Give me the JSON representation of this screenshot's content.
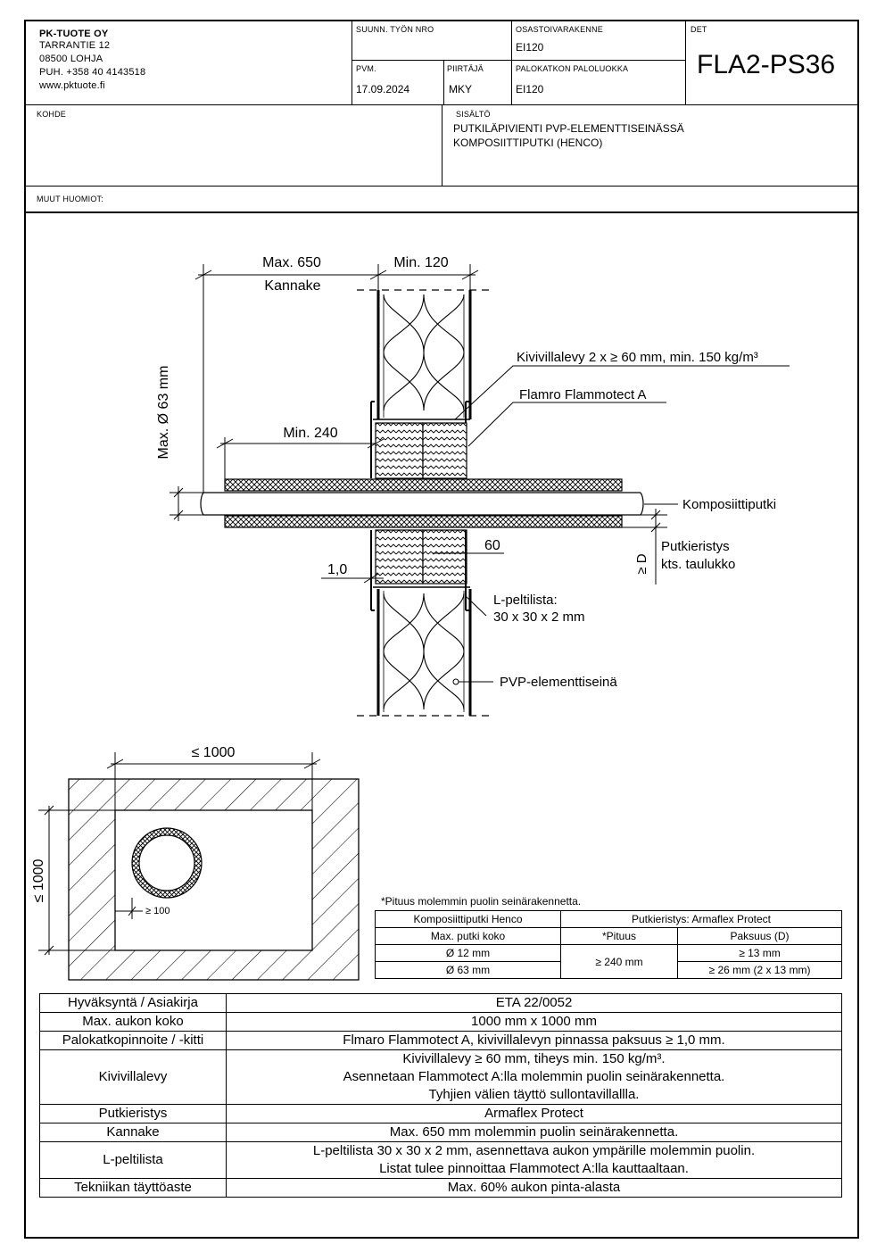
{
  "title_block": {
    "company": {
      "name": "PK-TUOTE OY",
      "street": "TARRANTIE 12",
      "postal": "08500 LOHJA",
      "phone": "PUH. +358 40 4143518",
      "web": "www.pktuote.fi"
    },
    "work_no_label": "SUUNN. TYÖN NRO",
    "work_no_value": "",
    "structure_label": "OSASTOIVARAKENNE",
    "structure_value": "EI120",
    "det_label": "DET",
    "det_value": "FLA2-PS36",
    "date_label": "PVM.",
    "date_value": "17.09.2024",
    "drawn_label": "PIIRTÄJÄ",
    "drawn_value": "MKY",
    "fire_class_label": "PALOKATKON PALOLUOKKA",
    "fire_class_value": "EI120",
    "target_label": "KOHDE",
    "target_value": "",
    "content_label": "SISÄLTÖ",
    "content_line1": "PUTKILÄPIVIENTI PVP-ELEMENTTISEINÄSSÄ",
    "content_line2": "KOMPOSIITTIPUTKI (HENCO)",
    "notes_label": "MUUT HUOMIOT:"
  },
  "section_labels": {
    "max650": "Max. 650",
    "kannake": "Kannake",
    "min120": "Min. 120",
    "max63": "Max. Ø 63 mm",
    "min240": "Min. 240",
    "kivivilla": "Kivivillalevy 2 x ≥ 60 mm, min. 150 kg/m³",
    "flamro": "Flamro Flammotect A",
    "komposiitti": "Komposiittiputki",
    "putkieristys1": "Putkieristys",
    "putkieristys2": "kts. taulukko",
    "geD": "≥ D",
    "sixty": "60",
    "onezero": "1,0",
    "lpelti1": "L-peltilista:",
    "lpelti2": "30 x 30 x 2 mm",
    "pvp": "PVP-elementtiseinä"
  },
  "opening_labels": {
    "width": "≤ 1000",
    "height": "≤ 1000",
    "gap": "≥ 100"
  },
  "pipe_table": {
    "note": "*Pituus molemmin puolin seinärakennetta.",
    "h1_left": "Komposiittiputki Henco",
    "h1_right": "Putkieristys: Armaflex Protect",
    "h2_a": "Max. putki koko",
    "h2_b": "*Pituus",
    "h2_c": "Paksuus (D)",
    "r1_a": "Ø 12 mm",
    "r2_a": "Ø 63 mm",
    "r_b": "≥ 240 mm",
    "r1_c": "≥ 13 mm",
    "r2_c": "≥ 26 mm (2 x 13 mm)"
  },
  "spec_table": [
    {
      "label": "Hyväksyntä / Asiakirja",
      "lines": [
        "ETA 22/0052"
      ]
    },
    {
      "label": "Max. aukon koko",
      "lines": [
        "1000 mm x 1000 mm"
      ]
    },
    {
      "label": "Palokatkopinnoite / -kitti",
      "lines": [
        "Flmaro Flammotect A, kivivillalevyn pinnassa paksuus ≥ 1,0 mm."
      ]
    },
    {
      "label": "Kivivillalevy",
      "lines": [
        "Kivivillalevy ≥ 60 mm, tiheys min. 150 kg/m³.",
        "Asennetaan Flammotect A:lla molemmin puolin seinärakennetta.",
        "Tyhjien välien täyttö sullontavillallla."
      ]
    },
    {
      "label": "Putkieristys",
      "lines": [
        "Armaflex Protect"
      ]
    },
    {
      "label": "Kannake",
      "lines": [
        "Max. 650 mm molemmin puolin seinärakennetta."
      ]
    },
    {
      "label": "L-peltilista",
      "lines": [
        "L-peltilista 30 x 30 x 2 mm, asennettava aukon ympärille molemmin puolin.",
        "Listat tulee pinnoittaa Flammotect A:lla kauttaaltaan."
      ]
    },
    {
      "label": "Tekniikan täyttöaste",
      "lines": [
        "Max. 60% aukon pinta-alasta"
      ]
    }
  ]
}
